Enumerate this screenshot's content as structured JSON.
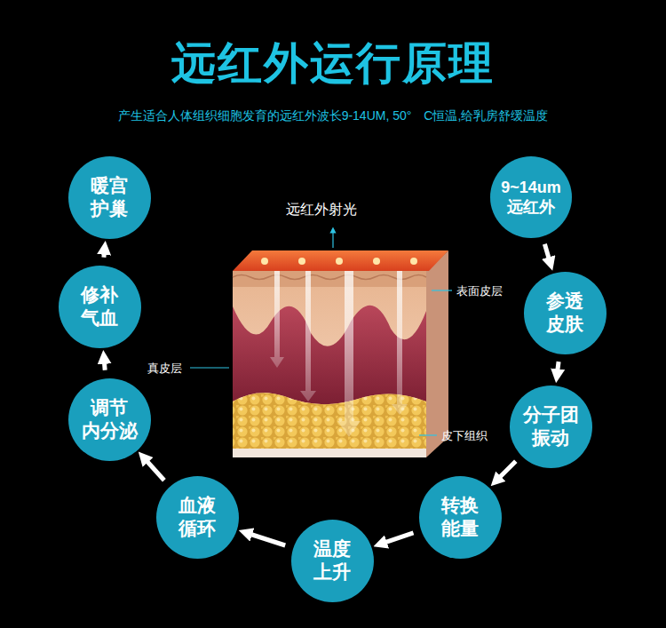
{
  "diagram": {
    "title": "远红外运行原理",
    "caption": "产生适合人体组织细胞发育的远红外波长9-14UM, 50°　C恒温,给乳房舒缓温度",
    "nodes": [
      {
        "text": [
          "9~14um 远红外"
        ]
      },
      {
        "text": [
          "参透 皮肤"
        ]
      },
      {
        "text": [
          "分子团 振动"
        ]
      },
      {
        "text": [
          "转换 能量"
        ]
      },
      {
        "text": [
          "温度 上升"
        ]
      },
      {
        "text": [
          "血液 循环"
        ]
      },
      {
        "text": [
          "调节 内分泌"
        ]
      },
      {
        "text": [
          "修补 气血"
        ]
      },
      {
        "text": [
          "暖宫 护巢"
        ]
      }
    ],
    "edges": [
      {
        "from": 0,
        "to": 1,
        "arrow": "to"
      },
      {
        "from": 1,
        "to": 2,
        "arrow": "to"
      },
      {
        "from": 2,
        "to": 3,
        "arrow": "to"
      },
      {
        "from": 3,
        "to": 4,
        "arrow": "to"
      },
      {
        "from": 4,
        "to": 5,
        "arrow": "to"
      },
      {
        "from": 5,
        "to": 6,
        "arrow": "to"
      },
      {
        "from": 6,
        "to": 7,
        "arrow": "to"
      },
      {
        "from": 7,
        "to": 8,
        "arrow": "to"
      }
    ],
    "labels": [
      "远红外射光",
      "表面皮层",
      "真皮层",
      "皮下组织"
    ]
  }
}
